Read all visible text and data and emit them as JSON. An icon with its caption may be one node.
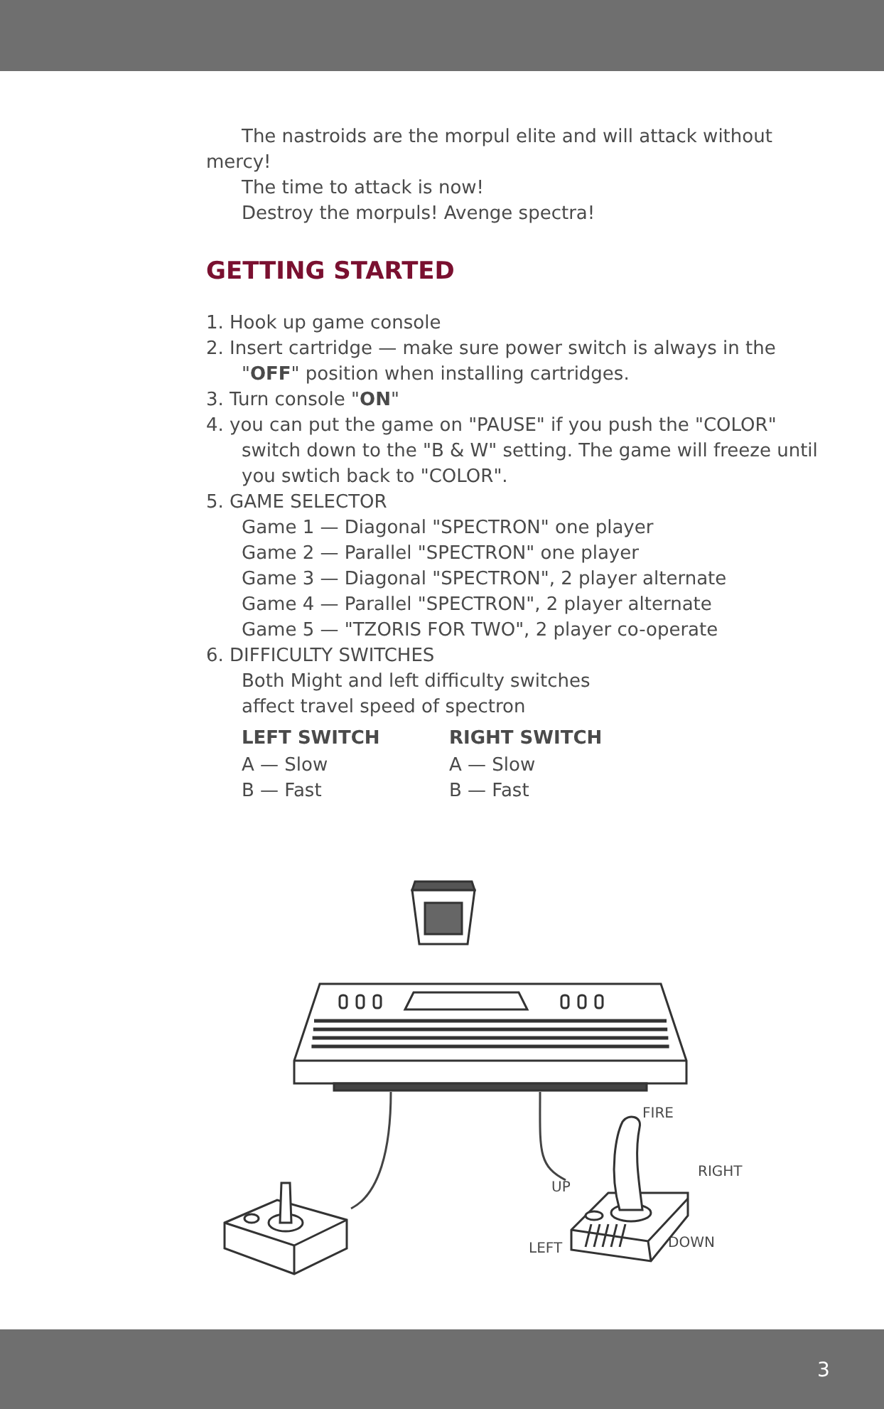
{
  "diagram": {
    "title": "GETTING STARTED",
    "nodes": [
      {
        "text": [],
        "shape": "picture"
      },
      {
        "text": [],
        "shape": "picture"
      },
      {
        "text": [],
        "shape": "picture",
        "beside": [
          "FIRE",
          "RIGHT",
          "UP",
          "LEFT",
          "DOWN"
        ]
      }
    ],
    "edges": [
      {
        "from": 0,
        "to": 1,
        "arrow": "none"
      },
      {
        "from": 0,
        "to": 2,
        "arrow": "none"
      }
    ],
    "labels": [
      "The nastroids are the morpul elite and will attack without mercy!",
      "The time to attack is now!",
      "Destroy the morpuls! Avenge spectra!",
      "1. Hook up game console",
      "2. Insert cartridge — make sure power switch is always in the \"**OFF**\" position when installing cartridges.",
      "3. Turn console \"**ON**\"",
      "4. you can put the game on \"PAUSE\" if you push the \"COLOR\" switch down to the \"B & W\" setting. The game will freeze until you swtich back to \"COLOR\".",
      "5. GAME SELECTOR",
      "Game 1 — Diagonal \"SPECTRON\" one player",
      "Game 2 — Parallel \"SPECTRON\" one player",
      "Game 3 — Diagonal \"SPECTRON\", 2 player alternate",
      "Game 4 — Parallel \"SPECTRON\", 2 player alternate",
      "Game 5 — \"TZORIS FOR TWO\", 2 player co-operate",
      "6. DIFFICULTY SWITCHES",
      "Both Might and left difficulty switches affect travel speed of spectron",
      "LEFT SWITCH",
      "RIGHT SWITCH",
      "A — Slow",
      "A — Slow",
      "B — Fast",
      "B — Fast",
      "3"
    ]
  }
}
